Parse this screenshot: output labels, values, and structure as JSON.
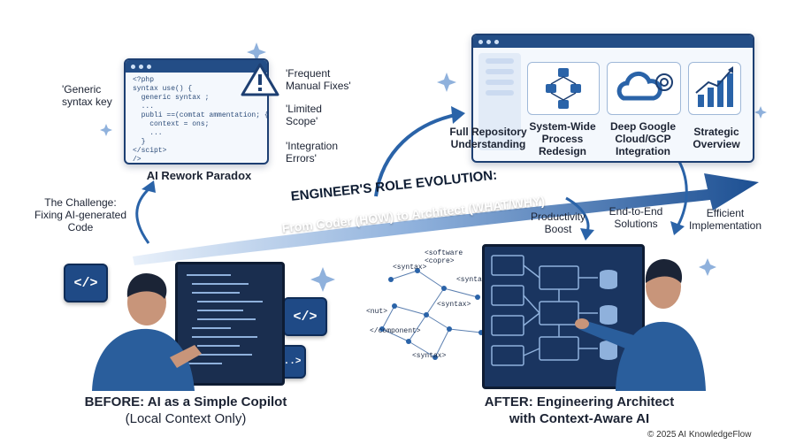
{
  "top_window": {
    "title": "AI Rework Paradox",
    "code_lines": [
      "<?php",
      "syntax use() {",
      "  generic syntax ;",
      "  ...",
      "  publi ==(comtat ammentation; {",
      "    context = ons;",
      "    ...",
      "  }",
      "</scipt>",
      "/>"
    ]
  },
  "labels": {
    "generic_syntax": "'Generic\nsyntax key",
    "frequent_fixes": "'Frequent\nManual Fixes'",
    "limited_scope": "'Limited\nScope'",
    "integration_errors": "'Integration\nErrors'",
    "challenge": "The Challenge:\nFixing AI-generated\nCode",
    "full_repo": "Full Repository\nUnderstanding",
    "system_wide": "System-Wide\nProcess\nRedesign",
    "deep_google": "Deep Google\nCloud/GCP\nIntegration",
    "strategic": "Strategic\nOverview",
    "productivity": "Productivity\nBoost",
    "end_to_end": "End-to-End\nSolutions",
    "efficient": "Efficient\nImplementation"
  },
  "banner": {
    "title": "ENGINEER'S ROLE EVOLUTION:",
    "subtitle": "From Coder (HOW) to Architect (WHAT/WHY)"
  },
  "before": {
    "title": "BEFORE: AI as a Simple Copilot",
    "subtitle": "(Local Context Only)"
  },
  "after": {
    "title": "AFTER: Engineering Architect",
    "subtitle": "with Context-Aware AI"
  },
  "graph_tags": [
    "<software\n<copre>",
    "<syntax>",
    "<syntax>",
    "<nut>",
    "<syntax>",
    "</component>",
    "<syntax>"
  ],
  "icons": {
    "code_symbol": "</>",
    "ellipsis_symbol": "<...>"
  },
  "copyright": "© 2025 AI KnowledgeFlow",
  "colors": {
    "navy": "#1d3f72",
    "accent": "#2a63a8",
    "banner_light": "#cfe0f2"
  }
}
